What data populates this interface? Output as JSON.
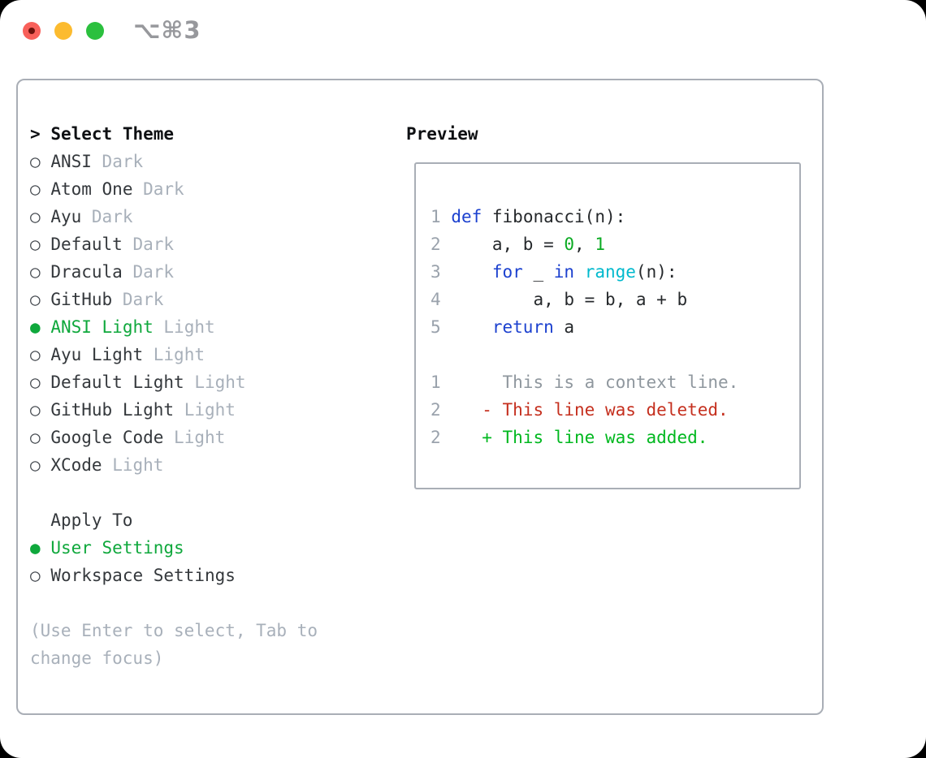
{
  "window": {
    "shortcut_label": "⌥⌘3"
  },
  "colors": {
    "accent_green": "#0fa83c",
    "keyword_blue": "#1c41cf",
    "builtin_cyan": "#00b9cd",
    "number_green": "#0bab23",
    "deleted_red": "#c5301f",
    "added_green": "#00b81f",
    "muted_gray": "#a8b0ba",
    "border_gray": "#a9aeb6"
  },
  "theme_selector": {
    "header_prefix": ">",
    "header": "Select Theme",
    "items": [
      {
        "name": "ANSI",
        "variant": "Dark",
        "selected": false
      },
      {
        "name": "Atom One",
        "variant": "Dark",
        "selected": false
      },
      {
        "name": "Ayu",
        "variant": "Dark",
        "selected": false
      },
      {
        "name": "Default",
        "variant": "Dark",
        "selected": false
      },
      {
        "name": "Dracula",
        "variant": "Dark",
        "selected": false
      },
      {
        "name": "GitHub",
        "variant": "Dark",
        "selected": false
      },
      {
        "name": "ANSI Light",
        "variant": "Light",
        "selected": true
      },
      {
        "name": "Ayu Light",
        "variant": "Light",
        "selected": false
      },
      {
        "name": "Default Light",
        "variant": "Light",
        "selected": false
      },
      {
        "name": "GitHub Light",
        "variant": "Light",
        "selected": false
      },
      {
        "name": "Google Code",
        "variant": "Light",
        "selected": false
      },
      {
        "name": "XCode",
        "variant": "Light",
        "selected": false
      }
    ],
    "unselected_marker": "○",
    "selected_marker": "●"
  },
  "apply_to": {
    "header": "Apply To",
    "options": [
      {
        "label": "User Settings",
        "selected": true
      },
      {
        "label": "Workspace Settings",
        "selected": false
      }
    ]
  },
  "help_text": [
    "(Use Enter to select, Tab to",
    "change focus)"
  ],
  "preview": {
    "header": "Preview",
    "lines": [
      [
        [
          "1",
          "lineno"
        ],
        [
          " ",
          "plain"
        ],
        [
          "def",
          "kw"
        ],
        [
          " fibonacci(n):",
          "plain"
        ]
      ],
      [
        [
          "2",
          "lineno"
        ],
        [
          "     a, b = ",
          "plain"
        ],
        [
          "0",
          "num"
        ],
        [
          ", ",
          "plain"
        ],
        [
          "1",
          "num"
        ]
      ],
      [
        [
          "3",
          "lineno"
        ],
        [
          "     ",
          "plain"
        ],
        [
          "for",
          "kw"
        ],
        [
          " _ ",
          "plain"
        ],
        [
          "in",
          "kw"
        ],
        [
          " ",
          "plain"
        ],
        [
          "range",
          "builtin"
        ],
        [
          "(n):",
          "plain"
        ]
      ],
      [
        [
          "4",
          "lineno"
        ],
        [
          "         a, b = b, a + b",
          "plain"
        ]
      ],
      [
        [
          "5",
          "lineno"
        ],
        [
          "     ",
          "plain"
        ],
        [
          "return",
          "kw"
        ],
        [
          " a",
          "plain"
        ]
      ],
      [],
      [
        [
          "1",
          "lineno"
        ],
        [
          "      This is a context line.",
          "ctx"
        ]
      ],
      [
        [
          "2",
          "lineno"
        ],
        [
          "    - This line was deleted.",
          "del"
        ]
      ],
      [
        [
          "2",
          "lineno"
        ],
        [
          "    + This line was added.",
          "add"
        ]
      ]
    ]
  }
}
